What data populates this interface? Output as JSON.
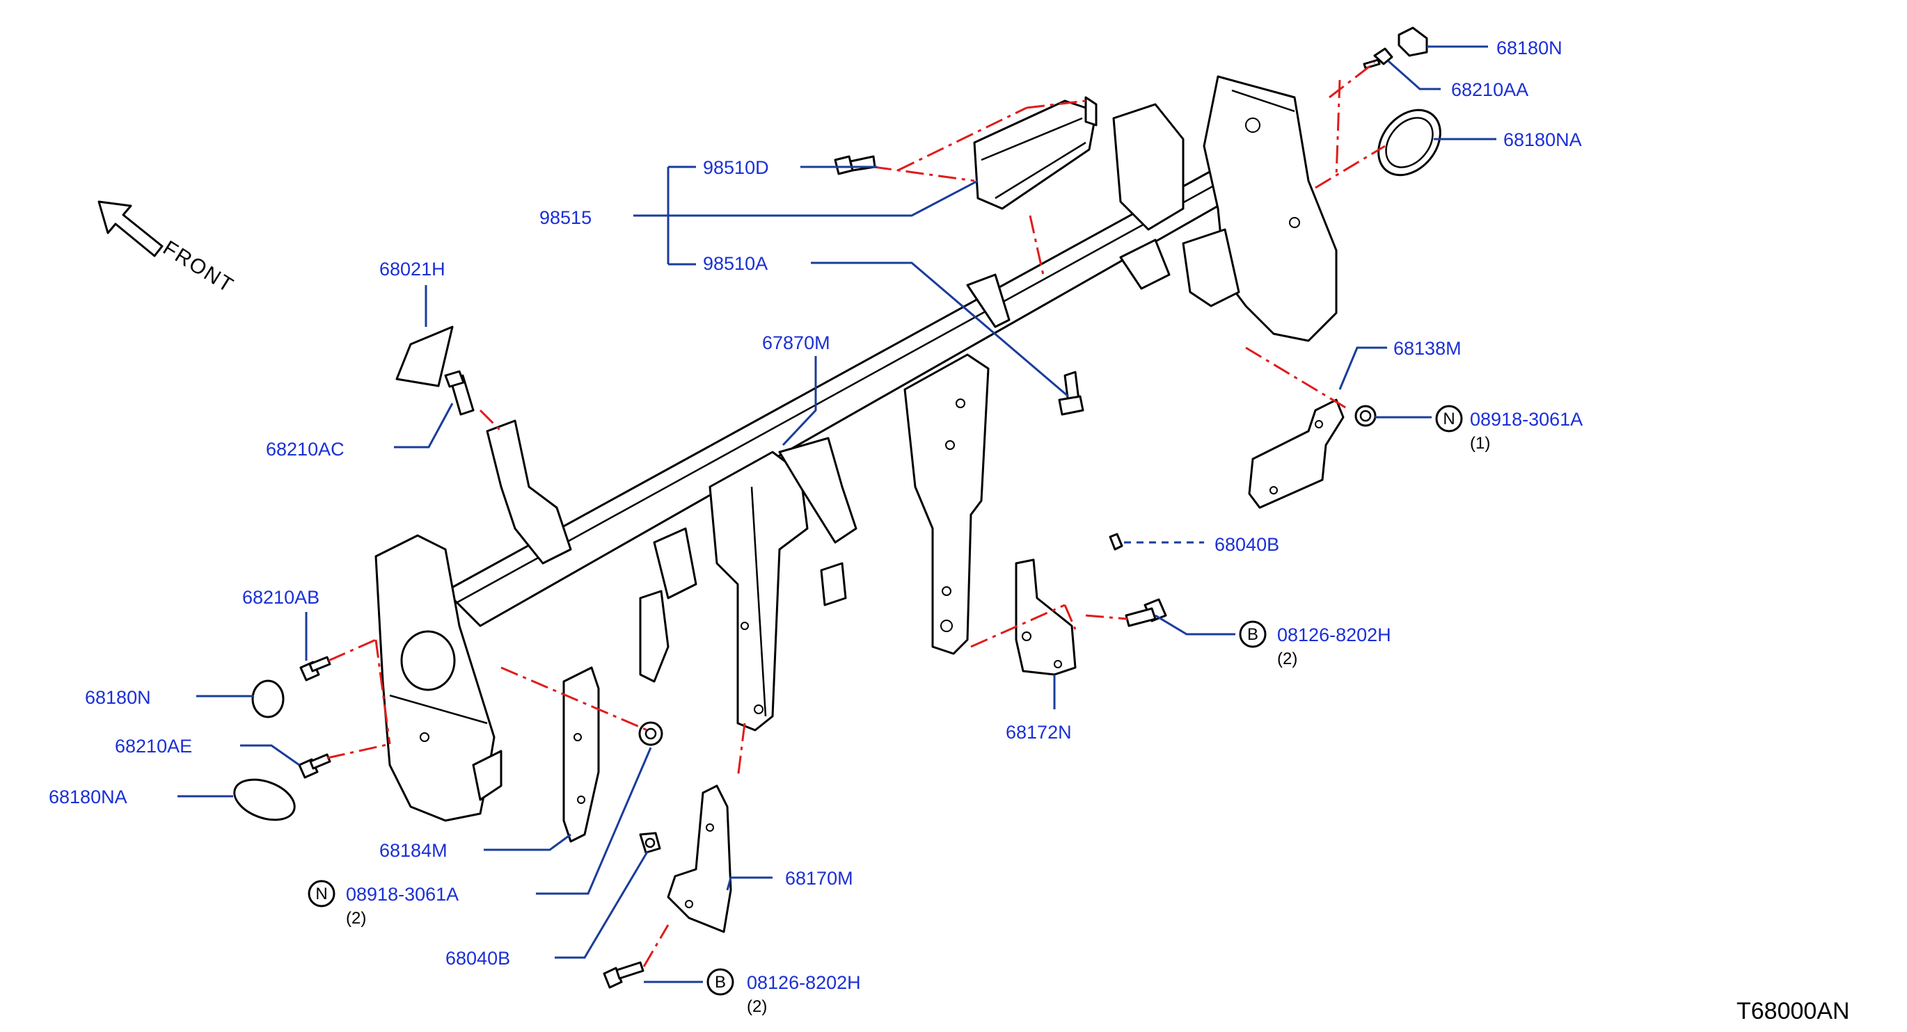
{
  "front_arrow": {
    "text": "FRONT",
    "icon": "arrow-icon"
  },
  "drawing_code": "T68000AN",
  "callouts": {
    "p68180N_top": "68180N",
    "p68210AA": "68210AA",
    "p68180NA_top": "68180NA",
    "p98510D": "98510D",
    "p98515": "98515",
    "p98510A": "98510A",
    "p68021H": "68021H",
    "p67870M": "67870M",
    "p68138M": "68138M",
    "p08918_right": "08918-3061A",
    "p08918_right_qty": "(1)",
    "p68210AC": "68210AC",
    "p6804_partial": "68040B",
    "p08126_right": "08126-8202H",
    "p08126_right_qty": "(2)",
    "p68210AB": "68210AB",
    "p68172N": "68172N",
    "p68180N_left": "68180N",
    "p68210AE": "68210AE",
    "p68180NA_left": "68180NA",
    "p68184M": "68184M",
    "p08918_left": "08918-3061A",
    "p08918_left_qty": "(2)",
    "p68170M": "68170M",
    "p68040B": "68040B",
    "p08126_bottom": "08126-8202H",
    "p08126_bottom_qty": "(2)"
  },
  "circle_codes": {
    "n_right": "N",
    "b_right": "B",
    "n_left": "N",
    "b_bottom": "B"
  },
  "colors": {
    "label": "#1a2fd6",
    "leader": "#1a3d9a",
    "phantom": "#e11b1b",
    "line": "#000000"
  }
}
